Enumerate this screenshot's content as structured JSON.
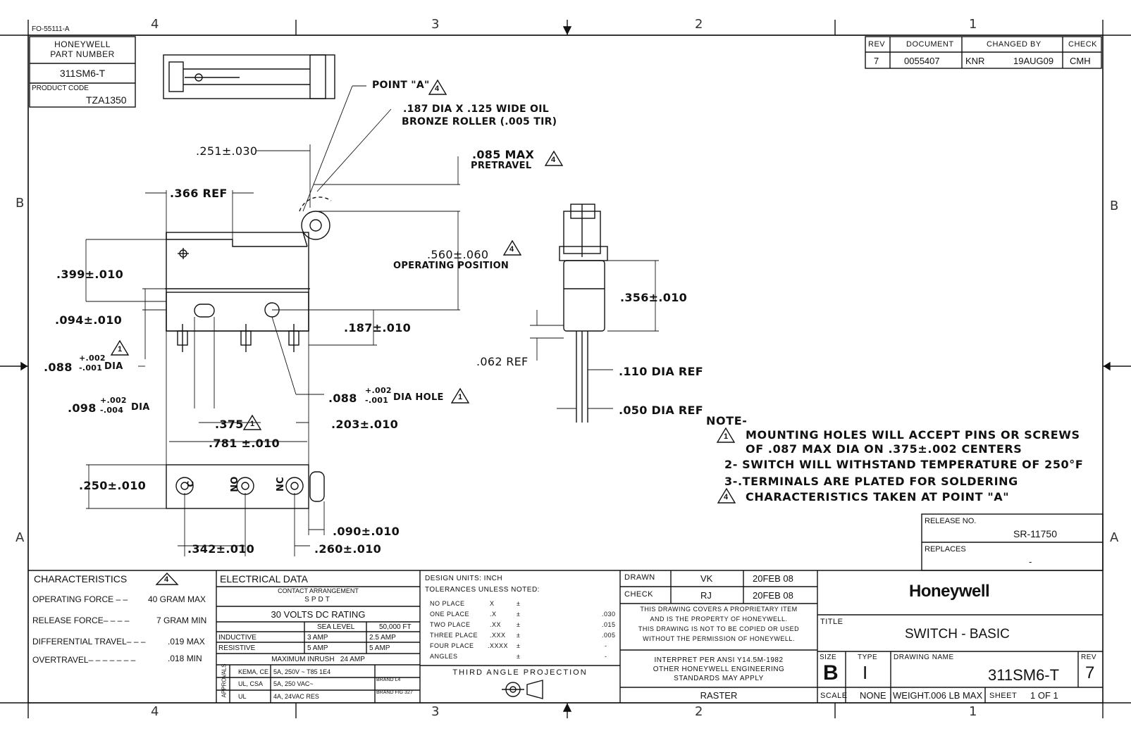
{
  "form_number": "FO-55111-A",
  "zones": {
    "top": [
      "4",
      "3",
      "2",
      "1"
    ],
    "bottom": [
      "4",
      "3",
      "2",
      "1"
    ],
    "left": [
      "B",
      "A"
    ],
    "right": [
      "B",
      "A"
    ]
  },
  "part_box": {
    "header": "HONEYWELL\nPART NUMBER",
    "part_number": "311SM6-T",
    "product_code_label": "PRODUCT CODE",
    "product_code": "TZA1350"
  },
  "revision": {
    "headers": [
      "REV",
      "DOCUMENT",
      "CHANGED BY",
      "CHECK"
    ],
    "rev": "7",
    "document": "0055407",
    "changed_by": "KNR",
    "date": "19AUG09",
    "check": "CMH"
  },
  "dimensions": {
    "point_a": "POINT \"A\"",
    "roller_1": ".187 DIA X .125 WIDE OIL",
    "roller_2": "BRONZE ROLLER (.005 TIR)",
    "d251": ".251±.030",
    "d085": ".085 MAX",
    "pretravel": "PRETRAVEL",
    "d366": ".366 REF",
    "d560": ".560±.060",
    "opos": "OPERATING POSITION",
    "d399": ".399±.010",
    "d094": ".094±.010",
    "d187": ".187±.010",
    "d088a": ".088",
    "d088a_tol_up": "+.002",
    "d088a_tol_dn": "-.001",
    "dia": "DIA",
    "d098": ".098",
    "d098_tol_up": "+.002",
    "d098_tol_dn": "-.004",
    "d088b": ".088",
    "dia_hole": "DIA HOLE",
    "d375": ".375",
    "d203": ".203±.010",
    "d781": ".781 ±.010",
    "d250": ".250±.010",
    "d090": ".090±.010",
    "d342": ".342±.010",
    "d260": ".260±.010",
    "d356": ".356±.010",
    "d062": ".062 REF",
    "d110": ".110 DIA REF",
    "d050": ".050 DIA REF",
    "term_c": "C",
    "term_no": "NO",
    "term_nc": "NC",
    "flag1": "1",
    "flag4": "4"
  },
  "notes": {
    "title": "NOTE-",
    "n1a": "MOUNTING HOLES WILL ACCEPT PINS OR SCREWS",
    "n1b": "OF .087 MAX DIA ON .375±.002 CENTERS",
    "n2": "2- SWITCH WILL WITHSTAND TEMPERATURE OF 250°F",
    "n3": "3-.TERMINALS ARE PLATED FOR SOLDERING",
    "n4": "CHARACTERISTICS TAKEN AT POINT \"A\""
  },
  "release": {
    "label": "RELEASE NO.",
    "value": "SR-11750",
    "replaces_label": "REPLACES",
    "replaces": "-"
  },
  "characteristics": {
    "title": "CHARACTERISTICS",
    "rows": [
      {
        "label": "OPERATING FORCE – –",
        "value": "40 GRAM MAX"
      },
      {
        "label": "RELEASE FORCE– – – –",
        "value": "7 GRAM MIN"
      },
      {
        "label": "DIFFERENTIAL TRAVEL– – –",
        "value": ".019 MAX"
      },
      {
        "label": "OVERTRAVEL– – – – – – –",
        "value": ".018 MIN"
      }
    ]
  },
  "electrical": {
    "title": "ELECTRICAL DATA",
    "contact_arr": "CONTACT ARRANGEMENT",
    "spdt": "SPDT",
    "rating": "30 VOLTS DC RATING",
    "sea": "SEA LEVEL",
    "ft": "50,000 FT",
    "inductive": "INDUCTIVE",
    "ind_sea": "3 AMP",
    "ind_ft": "2.5 AMP",
    "resistive": "RESISTIVE",
    "res_sea": "5 AMP",
    "res_ft": "5 AMP",
    "inrush": "MAXIMUM INRUSH   24 AMP",
    "approvals": "APPROVALS",
    "rows": [
      {
        "agency": "KEMA, CE",
        "rating": "5A, 250V ~ T85 1E4",
        "brand": ""
      },
      {
        "agency": "UL, CSA",
        "rating": "5A, 250 VAC~",
        "brand": "BRAND L4"
      },
      {
        "agency": "UL",
        "rating": "4A, 24VAC RES",
        "brand": "BRAND FIG 327"
      }
    ]
  },
  "tolerances": {
    "units": "DESIGN UNITS:  INCH",
    "noted": "TOLERANCES UNLESS NOTED:",
    "rows": [
      {
        "label": "NO PLACE",
        "fmt": "X",
        "pm": "±",
        "val": ""
      },
      {
        "label": "ONE PLACE",
        "fmt": ".X",
        "pm": "±",
        "val": ".030"
      },
      {
        "label": "TWO PLACE",
        "fmt": ".XX",
        "pm": "±",
        "val": ".015"
      },
      {
        "label": "THREE PLACE",
        "fmt": ".XXX",
        "pm": "±",
        "val": ".005"
      },
      {
        "label": "FOUR PLACE",
        "fmt": ".XXXX",
        "pm": "±",
        "val": "-"
      },
      {
        "label": "ANGLES",
        "fmt": "",
        "pm": "±",
        "val": "-"
      }
    ],
    "projection": "THIRD ANGLE PROJECTION"
  },
  "approvals": {
    "drawn_label": "DRAWN",
    "drawn_by": "VK",
    "drawn_date": "20FEB 08",
    "check_label": "CHECK",
    "check_by": "RJ",
    "check_date": "20FEB 08",
    "proprietary": [
      "THIS DRAWING COVERS A PROPRIETARY ITEM",
      "AND IS THE PROPERTY OF HONEYWELL.",
      "THIS DRAWING IS NOT TO BE COPIED OR USED",
      "WITHOUT THE PERMISSION OF HONEYWELL."
    ],
    "interpret": [
      "INTERPRET PER ANSI Y14.5M-1982",
      "OTHER HONEYWELL ENGINEERING",
      "STANDARDS MAY APPLY"
    ],
    "raster": "RASTER"
  },
  "title_block": {
    "logo": "Honeywell",
    "title_label": "TITLE",
    "title": "SWITCH - BASIC",
    "size_label": "SIZE",
    "size": "B",
    "type_label": "TYPE",
    "type": "I",
    "dwg_label": "DRAWING NAME",
    "dwg": "311SM6-T",
    "rev_label": "REV",
    "rev": "7",
    "scale_label": "SCALE",
    "scale": "NONE",
    "weight": "WEIGHT.006 LB MAX",
    "sheet_label": "SHEET",
    "sheet": "1 OF 1"
  }
}
